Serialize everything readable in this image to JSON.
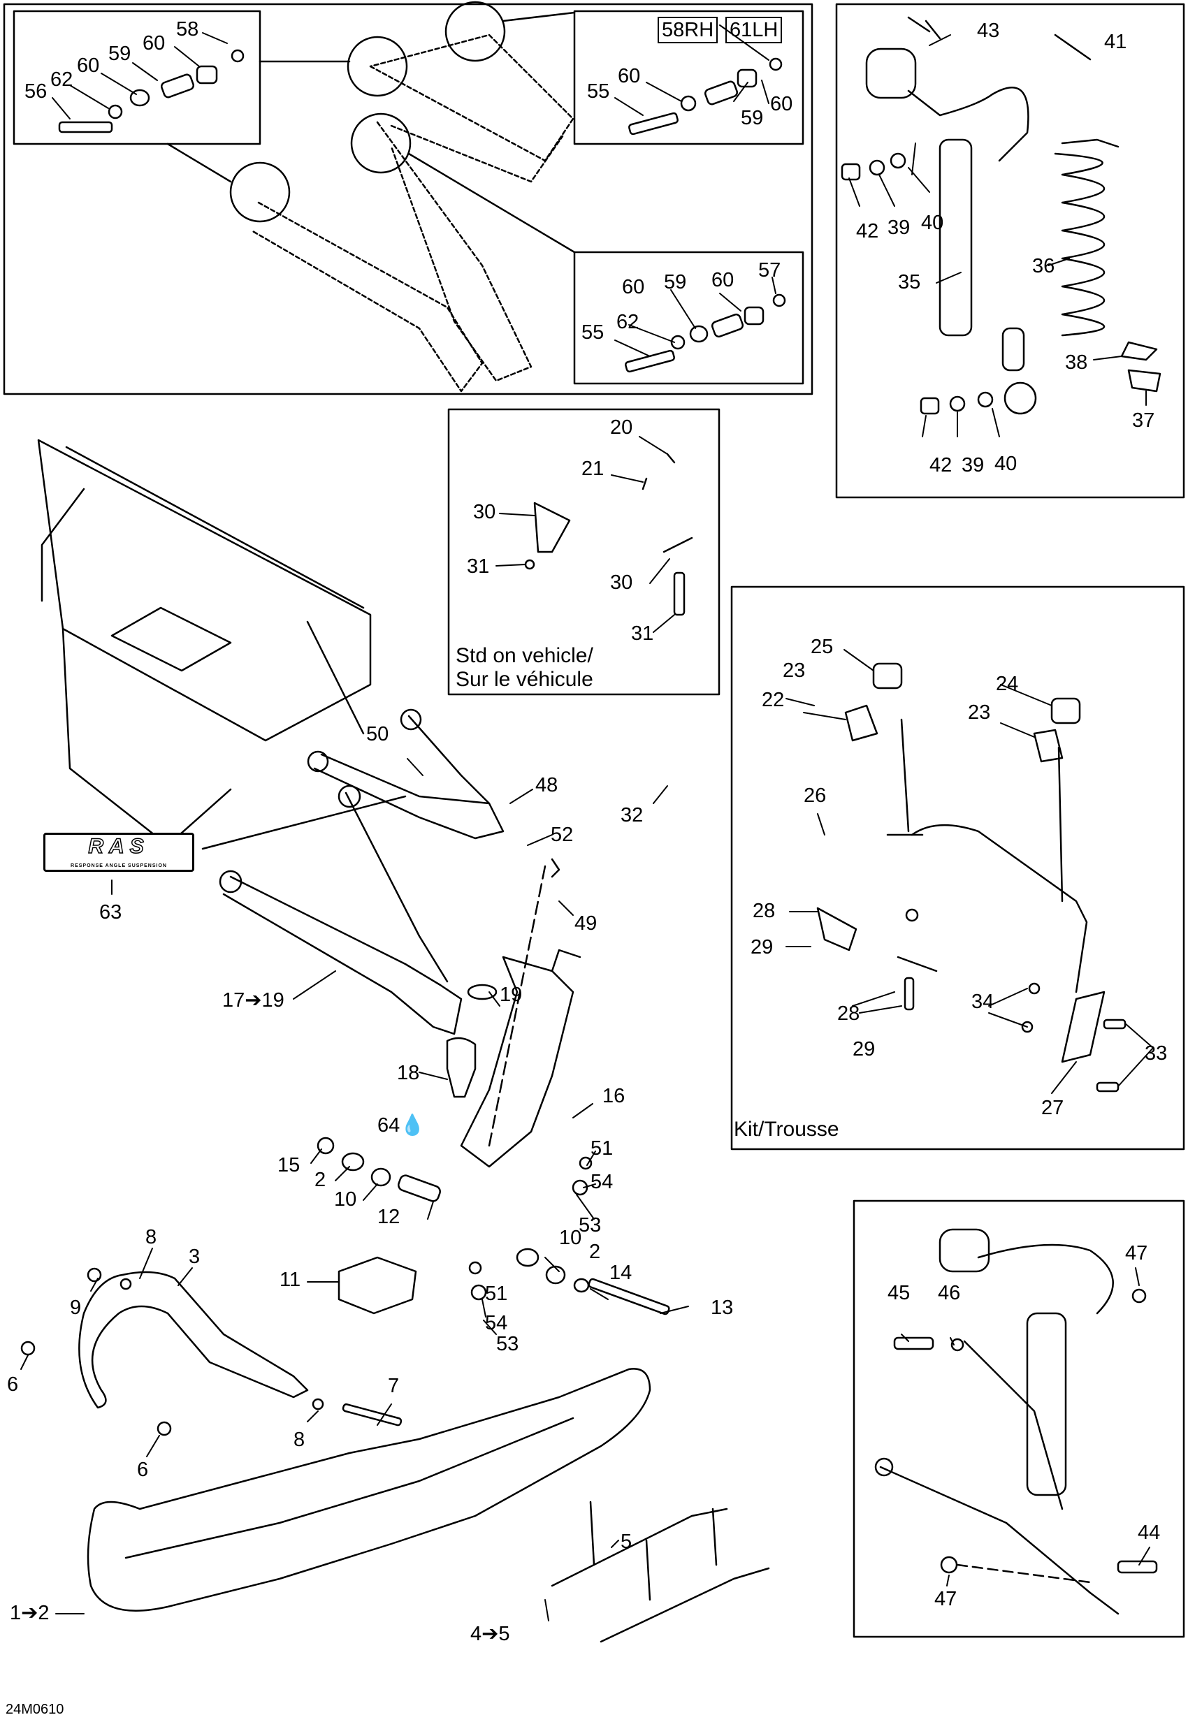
{
  "diagram": {
    "callouts": [
      {
        "key": "c58a",
        "text": "58"
      },
      {
        "key": "c60a",
        "text": "60"
      },
      {
        "key": "c59a",
        "text": "59"
      },
      {
        "key": "c60b",
        "text": "60"
      },
      {
        "key": "c62a",
        "text": "62"
      },
      {
        "key": "c56",
        "text": "56"
      },
      {
        "key": "c60c",
        "text": "60"
      },
      {
        "key": "c55a",
        "text": "55"
      },
      {
        "key": "c60d",
        "text": "60"
      },
      {
        "key": "c59b",
        "text": "59"
      },
      {
        "key": "c60e",
        "text": "60"
      },
      {
        "key": "c59c",
        "text": "59"
      },
      {
        "key": "c57",
        "text": "57"
      },
      {
        "key": "c60f",
        "text": "60"
      },
      {
        "key": "c55b",
        "text": "55"
      },
      {
        "key": "c62b",
        "text": "62"
      },
      {
        "key": "c43",
        "text": "43"
      },
      {
        "key": "c41",
        "text": "41"
      },
      {
        "key": "c42a",
        "text": "42"
      },
      {
        "key": "c39a",
        "text": "39"
      },
      {
        "key": "c40a",
        "text": "40"
      },
      {
        "key": "c35",
        "text": "35"
      },
      {
        "key": "c36",
        "text": "36"
      },
      {
        "key": "c38",
        "text": "38"
      },
      {
        "key": "c37",
        "text": "37"
      },
      {
        "key": "c42b",
        "text": "42"
      },
      {
        "key": "c39b",
        "text": "39"
      },
      {
        "key": "c40b",
        "text": "40"
      },
      {
        "key": "c20",
        "text": "20"
      },
      {
        "key": "c21",
        "text": "21"
      },
      {
        "key": "c30a",
        "text": "30"
      },
      {
        "key": "c31a",
        "text": "31"
      },
      {
        "key": "c30b",
        "text": "30"
      },
      {
        "key": "c31b",
        "text": "31"
      },
      {
        "key": "c25",
        "text": "25"
      },
      {
        "key": "c23a",
        "text": "23"
      },
      {
        "key": "c22",
        "text": "22"
      },
      {
        "key": "c24",
        "text": "24"
      },
      {
        "key": "c23b",
        "text": "23"
      },
      {
        "key": "c26",
        "text": "26"
      },
      {
        "key": "c28a",
        "text": "28"
      },
      {
        "key": "c29a",
        "text": "29"
      },
      {
        "key": "c34",
        "text": "34"
      },
      {
        "key": "c28b",
        "text": "28"
      },
      {
        "key": "c29b",
        "text": "29"
      },
      {
        "key": "c33",
        "text": "33"
      },
      {
        "key": "c27",
        "text": "27"
      },
      {
        "key": "c50",
        "text": "50"
      },
      {
        "key": "c48",
        "text": "48"
      },
      {
        "key": "c32",
        "text": "32"
      },
      {
        "key": "c52",
        "text": "52"
      },
      {
        "key": "c49",
        "text": "49"
      },
      {
        "key": "c63",
        "text": "63"
      },
      {
        "key": "c17",
        "text": "17➔19"
      },
      {
        "key": "c19",
        "text": "19"
      },
      {
        "key": "c18",
        "text": "18"
      },
      {
        "key": "c16",
        "text": "16"
      },
      {
        "key": "c64",
        "text": "64💧"
      },
      {
        "key": "c15",
        "text": "15"
      },
      {
        "key": "c2a",
        "text": "2"
      },
      {
        "key": "c10a",
        "text": "10"
      },
      {
        "key": "c12",
        "text": "12"
      },
      {
        "key": "c51a",
        "text": "51"
      },
      {
        "key": "c54a",
        "text": "54"
      },
      {
        "key": "c53a",
        "text": "53"
      },
      {
        "key": "c8a",
        "text": "8"
      },
      {
        "key": "c3",
        "text": "3"
      },
      {
        "key": "c9",
        "text": "9"
      },
      {
        "key": "c11",
        "text": "11"
      },
      {
        "key": "c10b",
        "text": "10"
      },
      {
        "key": "c2b",
        "text": "2"
      },
      {
        "key": "c14",
        "text": "14"
      },
      {
        "key": "c51b",
        "text": "51"
      },
      {
        "key": "c54b",
        "text": "54"
      },
      {
        "key": "c13",
        "text": "13"
      },
      {
        "key": "c53b",
        "text": "53"
      },
      {
        "key": "c6a",
        "text": "6"
      },
      {
        "key": "c7",
        "text": "7"
      },
      {
        "key": "c8b",
        "text": "8"
      },
      {
        "key": "c6b",
        "text": "6"
      },
      {
        "key": "c5",
        "text": "5"
      },
      {
        "key": "c1",
        "text": "1➔2"
      },
      {
        "key": "c4",
        "text": "4➔5"
      },
      {
        "key": "c47a",
        "text": "47"
      },
      {
        "key": "c45",
        "text": "45"
      },
      {
        "key": "c46",
        "text": "46"
      },
      {
        "key": "c44",
        "text": "44"
      },
      {
        "key": "c47b",
        "text": "47"
      }
    ],
    "boxed_labels": {
      "rh": "58RH",
      "lh": "61LH"
    },
    "notes": {
      "std_line1": "Std on vehicle/",
      "std_line2": "Sur le véhicule",
      "kit": "Kit/Trousse"
    },
    "drawing_code": "24M0610",
    "logo": {
      "mark": "RAS",
      "tagline": "RESPONSE ANGLE SUSPENSION"
    }
  }
}
